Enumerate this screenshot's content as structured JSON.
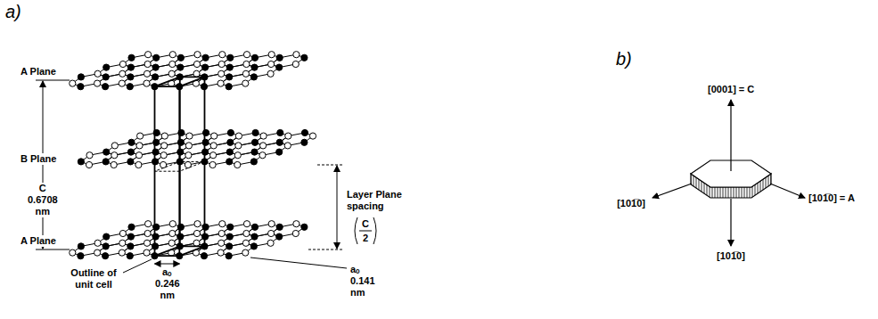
{
  "diagram": {
    "labels": [
      "a)",
      "A Plane",
      "B Plane",
      "A Plane",
      "C 0.6708 nm",
      "Layer Plane spacing",
      "C",
      "2",
      "Outline of unit cell",
      "aₒ",
      "0.246 nm",
      "aₒ",
      "0.141 nm",
      "b)",
      "[0001] = C",
      "[101̅0]",
      "[101̅0] = A",
      "[101̅0]"
    ]
  }
}
